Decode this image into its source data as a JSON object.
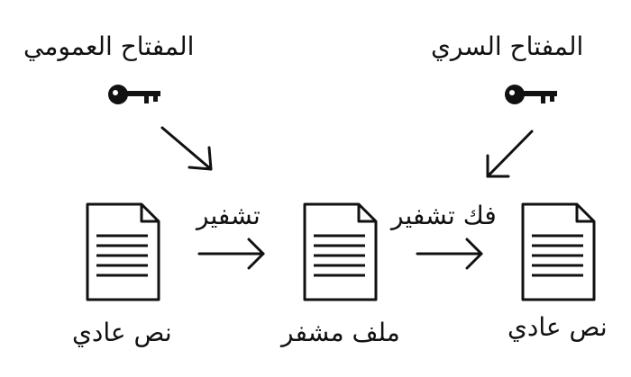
{
  "keys": {
    "public_key_label": "المفتاح العمومي",
    "private_key_label": "المفتاح السري"
  },
  "operations": {
    "encrypt_label": "تشفير",
    "decrypt_label": "فك تشفير"
  },
  "documents": {
    "plaintext_left_label": "نص عادي",
    "ciphertext_label": "ملف مشفر",
    "plaintext_right_label": "نص عادي"
  },
  "icons": {
    "key": "key-icon",
    "document": "document-icon",
    "arrow": "arrow-icon"
  },
  "colors": {
    "ink": "#111111",
    "background": "#ffffff"
  }
}
